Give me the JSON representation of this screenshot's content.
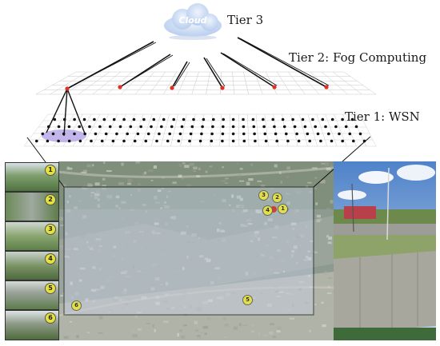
{
  "tiers": {
    "tier3_label": "Tier 3",
    "tier2_label": "Tier 2: Fog Computing",
    "tier1_label": "Tier 1: WSN"
  },
  "cloud": {
    "label": "Cloud",
    "color": "#c9dcf4"
  },
  "colors": {
    "fog_node": "#e03020",
    "sensor_node": "#111111",
    "cluster_highlight": "#b9a9e6",
    "badge": "#e6e23a"
  },
  "site_photos": [
    {
      "number": "1"
    },
    {
      "number": "2"
    },
    {
      "number": "3"
    },
    {
      "number": "4"
    },
    {
      "number": "5"
    },
    {
      "number": "6"
    }
  ],
  "map_markers": [
    {
      "number": "1"
    },
    {
      "number": "2"
    },
    {
      "number": "3"
    },
    {
      "number": "4"
    },
    {
      "number": "5"
    },
    {
      "number": "6"
    }
  ]
}
